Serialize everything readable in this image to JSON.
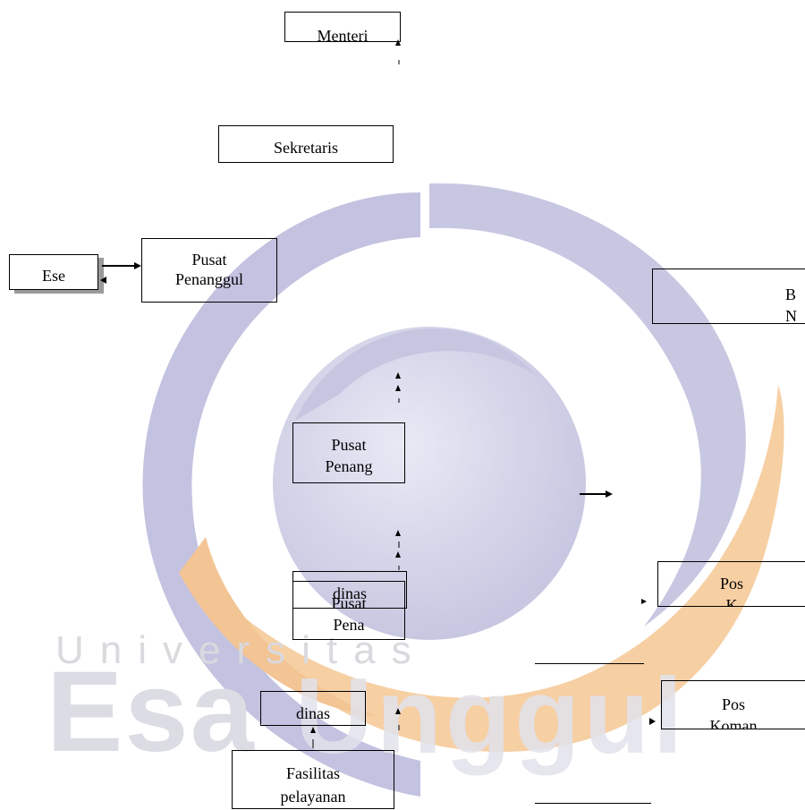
{
  "watermark": {
    "subtitle": "Universitas",
    "brand_left": "Esa",
    "brand_right": "Unggul",
    "colors": {
      "blue": "#b9b8dc",
      "orange": "#f3c08f",
      "grey": "#dcdde4"
    }
  },
  "nodes": {
    "menteri": "Menteri",
    "sekretaris": "Sekretaris",
    "ese": "Ese",
    "pusat_penanggul": {
      "line1": "Pusat",
      "line2": "Penanggul"
    },
    "bn": {
      "line1": "B",
      "line2": "N"
    },
    "pusat_penang": {
      "line1": "Pusat",
      "line2": "Penang"
    },
    "dinas_top": "dinas",
    "pusat_pena": {
      "line1": "Pusat",
      "line2": "Pena"
    },
    "pos_k": {
      "line1": "Pos",
      "line2": "K"
    },
    "dinas_bottom": "dinas",
    "pos_koman": {
      "line1": "Pos",
      "line2": "Koman"
    },
    "fasilitas": {
      "line1": "Fasilitas",
      "line2": "pelayanan"
    }
  }
}
